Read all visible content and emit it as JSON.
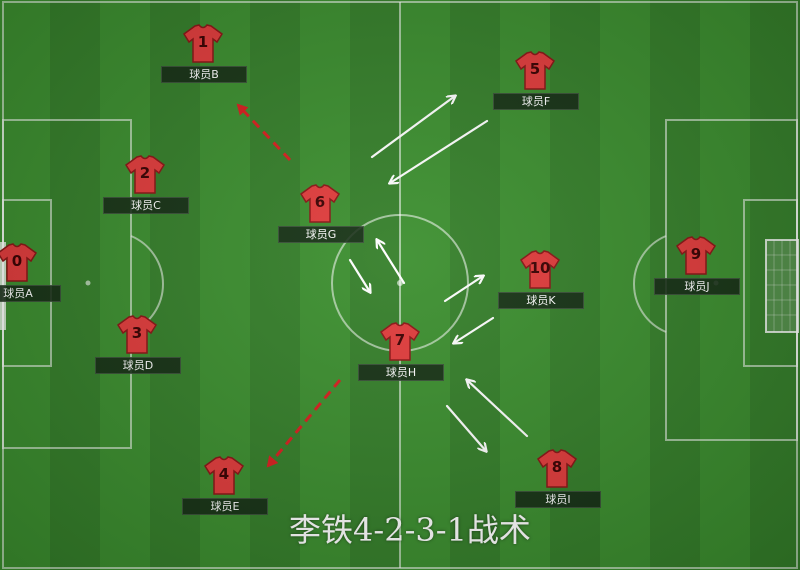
{
  "caption": "李铁4-2-3-1战术",
  "colors": {
    "pitch": "#3b8f2e",
    "jersey": "#e23b3b",
    "run_arrow": "#d81e1e",
    "pass_arrow": "#ffffff"
  },
  "players": [
    {
      "key": "gk",
      "number": "0",
      "name": "球员A"
    },
    {
      "key": "p1",
      "number": "1",
      "name": "球员B"
    },
    {
      "key": "p2",
      "number": "2",
      "name": "球员C"
    },
    {
      "key": "p3",
      "number": "3",
      "name": "球员D"
    },
    {
      "key": "p4",
      "number": "4",
      "name": "球员E"
    },
    {
      "key": "p5",
      "number": "5",
      "name": "球员F"
    },
    {
      "key": "p6",
      "number": "6",
      "name": "球员G"
    },
    {
      "key": "p7",
      "number": "7",
      "name": "球员H"
    },
    {
      "key": "p8",
      "number": "8",
      "name": "球员I"
    },
    {
      "key": "p9",
      "number": "9",
      "name": "球员J"
    },
    {
      "key": "p10",
      "number": "10",
      "name": "球员K"
    }
  ]
}
